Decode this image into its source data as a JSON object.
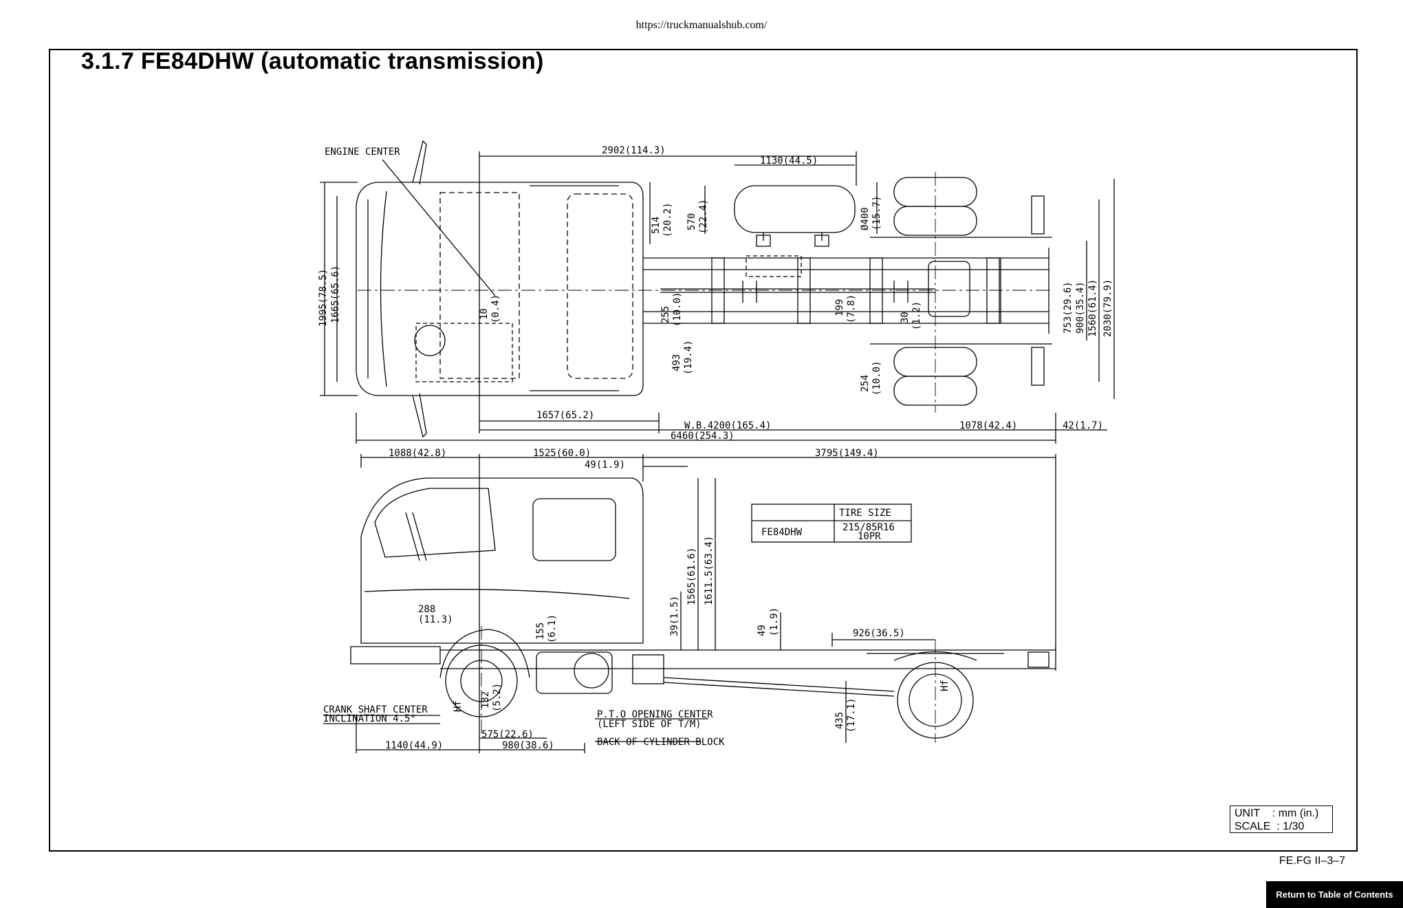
{
  "header": {
    "url": "https://truckmanualshub.com/"
  },
  "section": {
    "title": "3.1.7  FE84DHW (automatic transmission)"
  },
  "plan_view": {
    "engine_center": "ENGINE CENTER",
    "dim_overall_top": "2902(114.3)",
    "dim_tank": "1130(44.5)",
    "dim_1995": "1995(78.5)",
    "dim_1665": "1665(65.6)",
    "dim_514": "514",
    "dim_514b": "(20.2)",
    "dim_570": "570",
    "dim_570b": "(22.4)",
    "dim_400": "Ø400",
    "dim_400b": "(15.7)",
    "dim_10": "10",
    "dim_10b": "(0.4)",
    "dim_255": "255",
    "dim_255b": "(10.0)",
    "dim_199": "199",
    "dim_199b": "(7.8)",
    "dim_30": "30",
    "dim_30b": "(1.2)",
    "dim_493": "493",
    "dim_493b": "(19.4)",
    "dim_254": "254",
    "dim_254b": "(10.0)",
    "dim_753": "753(29.6)",
    "dim_900": "900(35.4)",
    "dim_1560": "1560(61.4)",
    "dim_2030": "2030(79.9)",
    "dim_1657": "1657(65.2)",
    "dim_wb": "W.B.4200(165.4)",
    "dim_1078": "1078(42.4)",
    "dim_42": "42(1.7)",
    "dim_6460": "6460(254.3)"
  },
  "side_view": {
    "dim_1088": "1088(42.8)",
    "dim_1525": "1525(60.0)",
    "dim_3795": "3795(149.4)",
    "dim_49a": "49(1.9)",
    "dim_1565": "1565(61.6)",
    "dim_1611": "1611.5(63.4)",
    "dim_288": "288",
    "dim_288b": "(11.3)",
    "dim_155": "155",
    "dim_155b": "(6.1)",
    "dim_39": "39(1.5)",
    "dim_49": "49",
    "dim_49b": "(1.9)",
    "dim_926": "926(36.5)",
    "dim_132": "132",
    "dim_132b": "(5.2)",
    "dim_435": "435",
    "dim_435b": "(17.1)",
    "hf": "Hf",
    "crank1": "CRANK SHAFT CENTER",
    "crank2": "INCLINATION 4.5°",
    "pto1": "P.T.O OPENING CENTER",
    "pto2": "(LEFT SIDE OF T/M)",
    "back_block": "BACK OF CYLINDER BLOCK",
    "dim_575": "575(22.6)",
    "dim_1140": "1140(44.9)",
    "dim_980": "980(38.6)"
  },
  "tire_table": {
    "header": "TIRE SIZE",
    "model": "FE84DHW",
    "size1": "215/85R16",
    "size2": "10PR"
  },
  "unit_box": {
    "unit": "UNIT    : mm (in.)",
    "scale": "SCALE  : 1/30"
  },
  "footer": {
    "page_id": "FE.FG  II–3–7",
    "toc_button": "Return to Table of Contents"
  }
}
